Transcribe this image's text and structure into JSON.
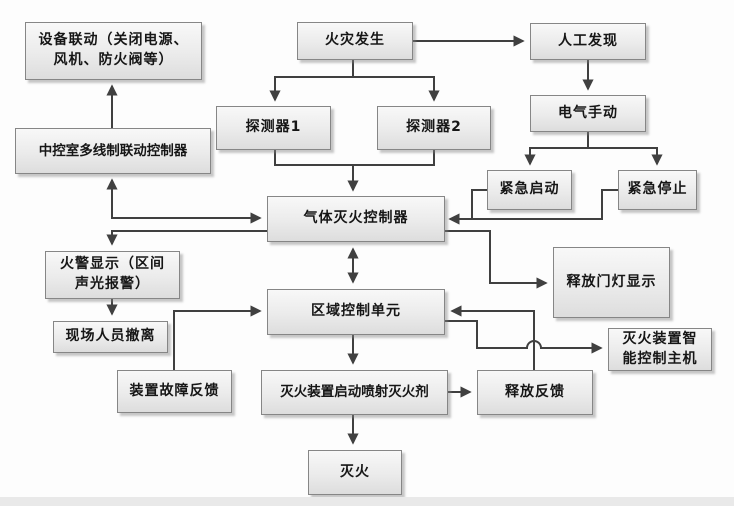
{
  "diagram": {
    "title": "gas-fire-extinguishing-system-flowchart",
    "colors": {
      "line": "#404040",
      "box_border": "#868686",
      "box_fill_top": "#f8f8f8",
      "box_fill_bottom": "#dddddd",
      "text": "#161616",
      "background": "#fdfdfd"
    },
    "nodes": {
      "equipment_linkage": {
        "label": "设备联动（关闭电源、\n风机、防火阀等）"
      },
      "control_room": {
        "label": "中控室多线制联动控制器"
      },
      "fire_alarm_display": {
        "label": "火警显示（区间\n声光报警）"
      },
      "evacuation": {
        "label": "现场人员撤离"
      },
      "fault_feedback": {
        "label": "装置故障反馈"
      },
      "fire_occurs": {
        "label": "火灾发生"
      },
      "detector1": {
        "label": "探测器1"
      },
      "detector2": {
        "label": "探测器2"
      },
      "gas_controller": {
        "label": "气体灭火控制器"
      },
      "zone_unit": {
        "label": "区域控制单元"
      },
      "discharge_spray": {
        "label": "灭火装置启动喷射灭火剂"
      },
      "extinguish": {
        "label": "灭火"
      },
      "manual_discovery": {
        "label": "人工发现"
      },
      "electric_manual": {
        "label": "电气手动"
      },
      "emergency_start": {
        "label": "紧急启动"
      },
      "emergency_stop": {
        "label": "紧急停止"
      },
      "release_lamp": {
        "label": "释放门灯显示"
      },
      "release_feedback": {
        "label": "释放反馈"
      },
      "smart_host": {
        "label": "灭火装置智\n能控制主机"
      }
    },
    "edges": [
      {
        "from": "fire_occurs",
        "to": "manual_discovery",
        "bidirectional": false
      },
      {
        "from": "fire_occurs",
        "to": "detector1",
        "bidirectional": false
      },
      {
        "from": "fire_occurs",
        "to": "detector2",
        "bidirectional": false
      },
      {
        "from": "detector1",
        "to": "gas_controller",
        "bidirectional": false
      },
      {
        "from": "detector2",
        "to": "gas_controller",
        "bidirectional": false
      },
      {
        "from": "manual_discovery",
        "to": "electric_manual",
        "bidirectional": false
      },
      {
        "from": "electric_manual",
        "to": "emergency_start",
        "bidirectional": false
      },
      {
        "from": "electric_manual",
        "to": "emergency_stop",
        "bidirectional": false
      },
      {
        "from": "emergency_start",
        "to": "gas_controller",
        "bidirectional": false
      },
      {
        "from": "emergency_stop",
        "to": "gas_controller",
        "bidirectional": false
      },
      {
        "from": "gas_controller",
        "to": "zone_unit",
        "bidirectional": true
      },
      {
        "from": "gas_controller",
        "to": "control_room",
        "bidirectional": true
      },
      {
        "from": "control_room",
        "to": "equipment_linkage",
        "bidirectional": false
      },
      {
        "from": "gas_controller",
        "to": "fire_alarm_display",
        "bidirectional": false
      },
      {
        "from": "fire_alarm_display",
        "to": "evacuation",
        "bidirectional": false
      },
      {
        "from": "fault_feedback",
        "to": "zone_unit",
        "bidirectional": false
      },
      {
        "from": "gas_controller",
        "to": "release_lamp",
        "bidirectional": false
      },
      {
        "from": "release_feedback",
        "to": "zone_unit",
        "bidirectional": false
      },
      {
        "from": "zone_unit",
        "to": "smart_host",
        "bidirectional": false
      },
      {
        "from": "zone_unit",
        "to": "discharge_spray",
        "bidirectional": false
      },
      {
        "from": "discharge_spray",
        "to": "release_feedback",
        "bidirectional": false
      },
      {
        "from": "discharge_spray",
        "to": "extinguish",
        "bidirectional": false
      }
    ]
  }
}
